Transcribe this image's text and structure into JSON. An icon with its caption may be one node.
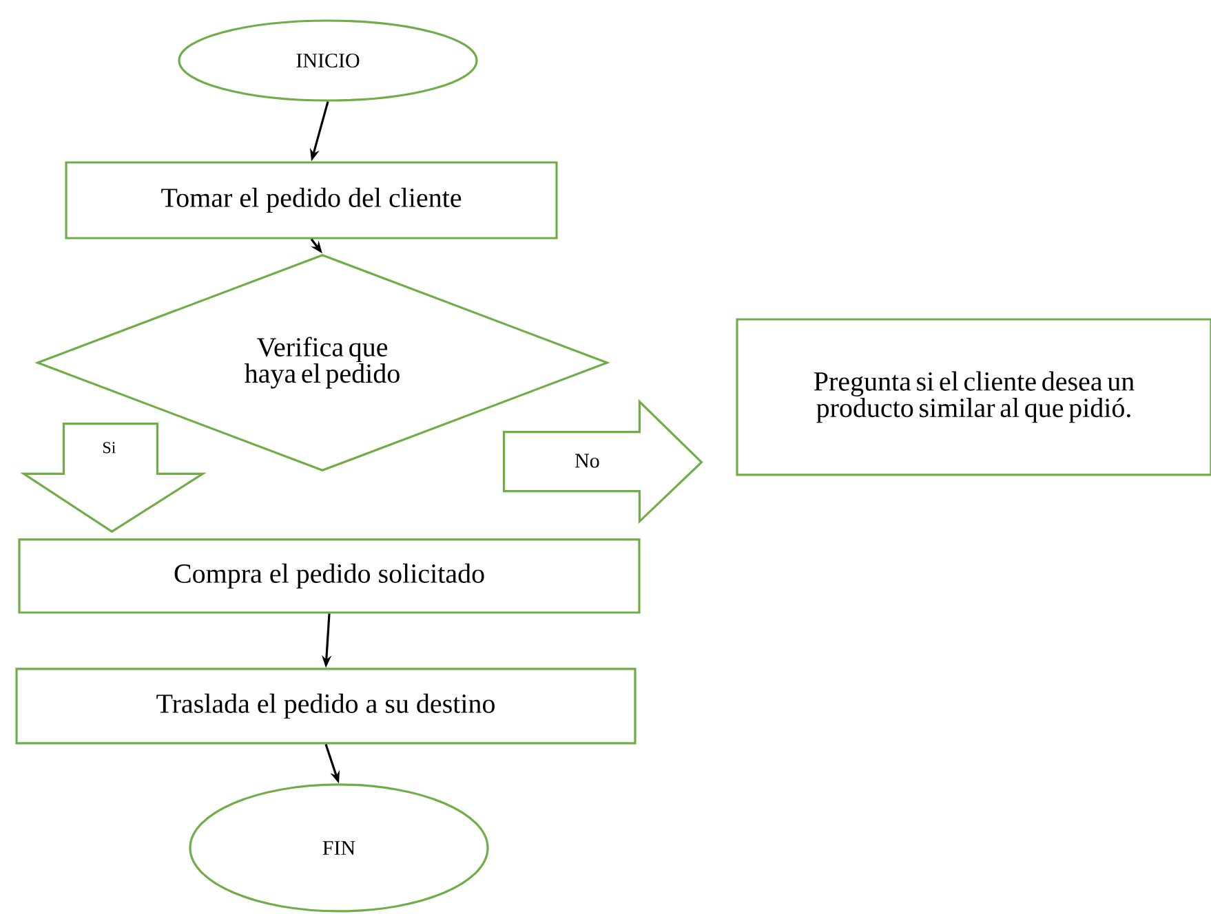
{
  "diagram": {
    "nodes": [
      {
        "text": [
          "INICIO"
        ]
      },
      {
        "text": [
          "Tomar el pedido del cliente"
        ]
      },
      {
        "text": [
          "Verifica que haya el pedido"
        ]
      },
      {
        "text": [
          "Pregunta si el cliente desea un producto similar al que pidió."
        ]
      },
      {
        "text": [
          "Compra el pedido solicitado"
        ]
      },
      {
        "text": [
          "Traslada el pedido a su destino"
        ]
      },
      {
        "text": [
          "FIN"
        ]
      }
    ],
    "edges": [
      {
        "from": 0,
        "to": 1,
        "arrow": "to"
      },
      {
        "from": 1,
        "to": 2,
        "arrow": "to"
      },
      {
        "from": 2,
        "to": 4,
        "arrow": "to",
        "label": "Si",
        "style": "thick",
        "color": "#70ad47"
      },
      {
        "from": 2,
        "to": 3,
        "arrow": "to",
        "label": "No",
        "style": "thick",
        "color": "#70ad47"
      },
      {
        "from": 4,
        "to": 5,
        "arrow": "to"
      },
      {
        "from": 5,
        "to": 6,
        "arrow": "to"
      }
    ]
  }
}
